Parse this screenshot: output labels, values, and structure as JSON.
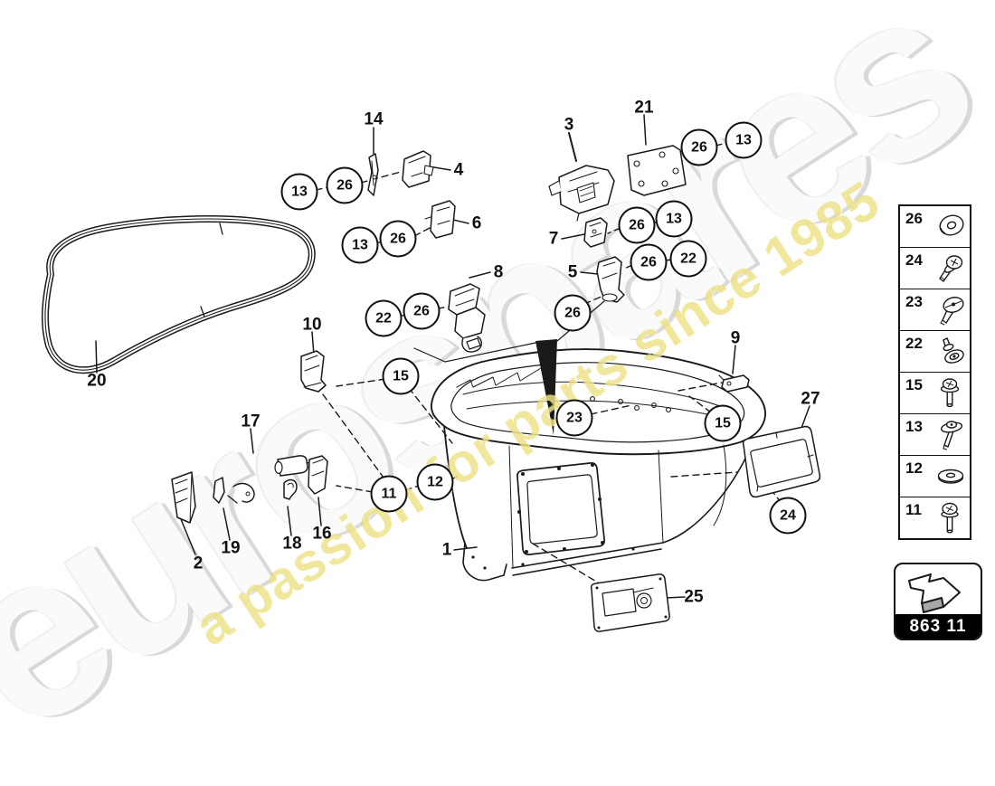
{
  "watermark": {
    "brand": "eurospares",
    "tagline": "a passion for parts since 1985"
  },
  "colors": {
    "line": "#1a1a1a",
    "tagline_yellow": "#e6d878",
    "code_bar_bg": "#000000",
    "code_bar_text": "#ffffff"
  },
  "diagram": {
    "plain_callouts": [
      {
        "label": "14"
      },
      {
        "label": "4"
      },
      {
        "label": "3"
      },
      {
        "label": "21"
      },
      {
        "label": "6"
      },
      {
        "label": "7"
      },
      {
        "label": "8"
      },
      {
        "label": "5"
      },
      {
        "label": "9"
      },
      {
        "label": "10"
      },
      {
        "label": "20"
      },
      {
        "label": "17"
      },
      {
        "label": "2"
      },
      {
        "label": "19"
      },
      {
        "label": "18"
      },
      {
        "label": "16"
      },
      {
        "label": "27"
      },
      {
        "label": "1"
      },
      {
        "label": "25"
      }
    ],
    "circle_callouts": [
      {
        "label": "13"
      },
      {
        "label": "26"
      },
      {
        "label": "13"
      },
      {
        "label": "26"
      },
      {
        "label": "22"
      },
      {
        "label": "26"
      },
      {
        "label": "26"
      },
      {
        "label": "23"
      },
      {
        "label": "15"
      },
      {
        "label": "26"
      },
      {
        "label": "13"
      },
      {
        "label": "26"
      },
      {
        "label": "22"
      },
      {
        "label": "26"
      },
      {
        "label": "13"
      },
      {
        "label": "15"
      },
      {
        "label": "11"
      },
      {
        "label": "12"
      },
      {
        "label": "24"
      }
    ]
  },
  "legend": {
    "items": [
      {
        "number": "26",
        "icon": "washer-icon"
      },
      {
        "number": "24",
        "icon": "screw-icon"
      },
      {
        "number": "23",
        "icon": "clip-icon"
      },
      {
        "number": "22",
        "icon": "rivet-icon"
      },
      {
        "number": "15",
        "icon": "flange-screw-icon"
      },
      {
        "number": "13",
        "icon": "washer-screw-icon"
      },
      {
        "number": "12",
        "icon": "flat-washer-icon"
      },
      {
        "number": "11",
        "icon": "dome-bolt-icon"
      }
    ]
  },
  "part_code": {
    "code": "863 11"
  }
}
